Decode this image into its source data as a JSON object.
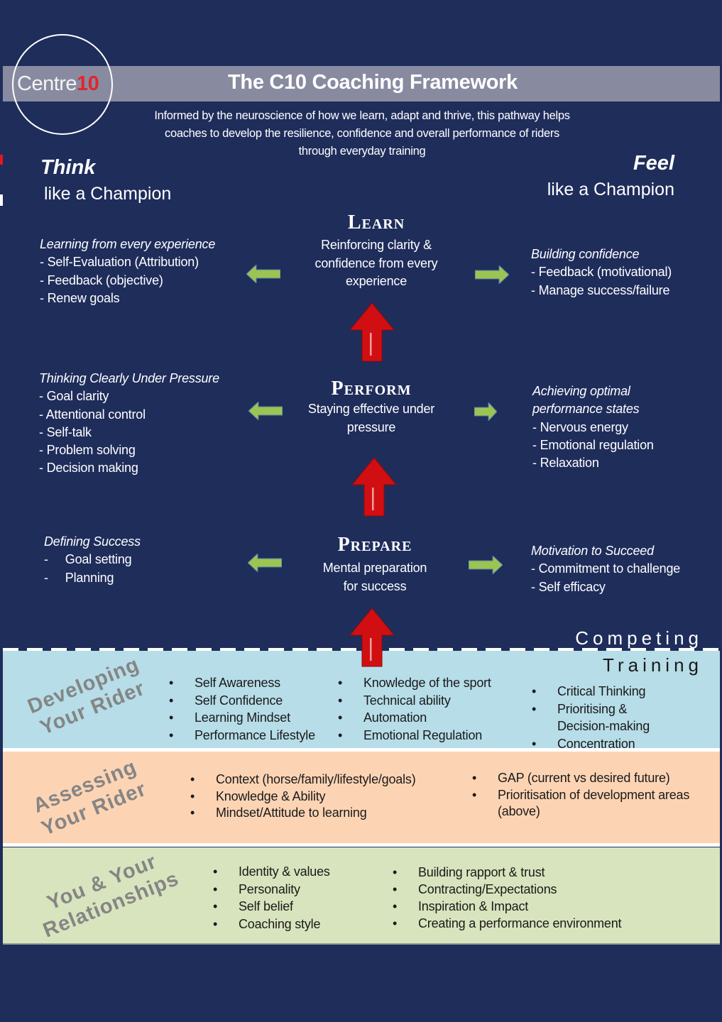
{
  "header": {
    "logo": {
      "text": "Centre",
      "accent": "10"
    },
    "title": "The C10 Coaching Framework",
    "subtitle_lines": [
      "Informed by the neuroscience of how we learn, adapt and thrive, this pathway helps",
      "coaches to develop the resilience, confidence and overall performance of riders",
      "through everyday training"
    ]
  },
  "think": {
    "big": "Think",
    "sub": "like a Champion"
  },
  "feel": {
    "big": "Feel",
    "sub": "like a Champion"
  },
  "stages": [
    {
      "name": "Learn",
      "desc_lines": [
        "Reinforcing clarity &",
        "confidence from every",
        "experience"
      ],
      "left": {
        "heading": "Learning from every experience",
        "items": [
          "- Self-Evaluation (Attribution)",
          "- Feedback (objective)",
          "- Renew goals"
        ]
      },
      "right": {
        "heading_lines": [
          "Building confidence"
        ],
        "items": [
          "- Feedback (motivational)",
          "- Manage success/failure"
        ]
      }
    },
    {
      "name": "Perform",
      "desc_lines": [
        "Staying effective under",
        "pressure"
      ],
      "left": {
        "heading": "Thinking Clearly Under Pressure",
        "items": [
          "- Goal clarity",
          "- Attentional control",
          "- Self-talk",
          "- Problem solving",
          "- Decision making"
        ]
      },
      "right": {
        "heading_lines": [
          "Achieving optimal",
          "performance states"
        ],
        "items": [
          "- Nervous energy",
          "- Emotional regulation",
          "- Relaxation"
        ]
      }
    },
    {
      "name": "Prepare",
      "desc_lines": [
        "Mental preparation",
        "for success"
      ],
      "left": {
        "heading": "Defining Success",
        "items": [
          "-     Goal setting",
          "-     Planning"
        ]
      },
      "right": {
        "heading_lines": [
          "Motivation to Succeed"
        ],
        "items": [
          "- Commitment to challenge",
          "- Self efficacy"
        ]
      }
    }
  ],
  "zones": {
    "competing": "Competing",
    "training": "Training"
  },
  "bands": [
    {
      "title_lines": [
        "Developing",
        "Your Rider"
      ],
      "columns": [
        [
          "Self Awareness",
          "Self Confidence",
          "Learning Mindset",
          "Performance Lifestyle"
        ],
        [
          "Knowledge of the sport",
          "Technical ability",
          "Automation",
          "Emotional Regulation"
        ],
        [
          "Critical Thinking",
          "Prioritising &\nDecision-making",
          "Concentration"
        ]
      ]
    },
    {
      "title_lines": [
        "Assessing",
        "Your Rider"
      ],
      "columns": [
        [
          "Context (horse/family/lifestyle/goals)",
          "Knowledge & Ability",
          "Mindset/Attitude to learning"
        ],
        [
          "GAP (current vs desired future)",
          "Prioritisation of development areas\n(above)"
        ]
      ]
    },
    {
      "title_lines": [
        "You & Your",
        "Relationships"
      ],
      "columns": [
        [
          "Identity & values",
          "Personality",
          "Self belief",
          "Coaching style"
        ],
        [
          "Building rapport & trust",
          "Contracting/Expectations",
          "Inspiration & Impact",
          "Creating a performance environment"
        ]
      ]
    }
  ],
  "colors": {
    "background": "#1f2d5b",
    "title_band": "#888ba0",
    "logo_accent": "#e0262b",
    "green_arrow": "#9bc453",
    "red_arrow": "#d10f12",
    "band_blue": "#b6dde8",
    "band_orange": "#fcd4b4",
    "band_green": "#d8e4bd"
  }
}
